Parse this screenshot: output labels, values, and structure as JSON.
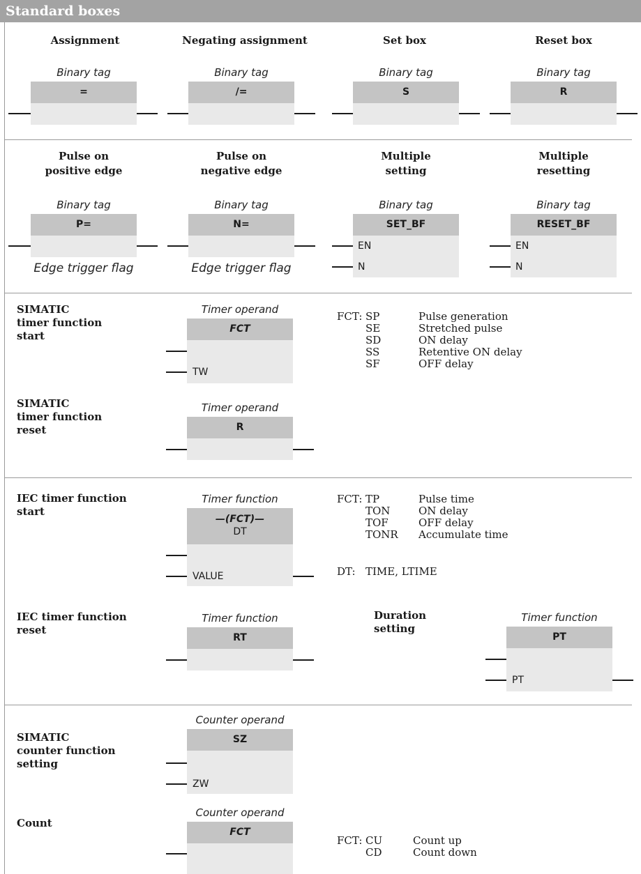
{
  "header": {
    "title": "Standard boxes"
  },
  "section1": {
    "assignment": {
      "title": "Assignment",
      "operand": "Binary tag",
      "symbol": "="
    },
    "negating": {
      "title": "Negating assignment",
      "operand": "Binary tag",
      "symbol": "/="
    },
    "set": {
      "title": "Set box",
      "operand": "Binary tag",
      "symbol": "S"
    },
    "reset": {
      "title": "Reset box",
      "operand": "Binary tag",
      "symbol": "R"
    }
  },
  "section2": {
    "pos_edge": {
      "title": "Pulse on\npositive edge",
      "operand": "Binary tag",
      "symbol": "P=",
      "flag": "Edge trigger flag"
    },
    "neg_edge": {
      "title": "Pulse on\nnegative edge",
      "operand": "Binary tag",
      "symbol": "N=",
      "flag": "Edge trigger flag"
    },
    "multi_set": {
      "title": "Multiple\nsetting",
      "operand": "Binary tag",
      "symbol": "SET_BF",
      "pin1": "EN",
      "pin2": "N"
    },
    "multi_reset": {
      "title": "Multiple\nresetting",
      "operand": "Binary tag",
      "symbol": "RESET_BF",
      "pin1": "EN",
      "pin2": "N"
    }
  },
  "section3": {
    "timer_start": {
      "title": "SIMATIC\ntimer function\nstart",
      "operand": "Timer operand",
      "symbol": "FCT",
      "pin": "TW",
      "fct_label": "FCT:",
      "fct_items": [
        {
          "code": "SP",
          "desc": "Pulse generation"
        },
        {
          "code": "SE",
          "desc": "Stretched pulse"
        },
        {
          "code": "SD",
          "desc": "ON delay"
        },
        {
          "code": "SS",
          "desc": "Retentive ON delay"
        },
        {
          "code": "SF",
          "desc": "OFF delay"
        }
      ]
    },
    "timer_reset": {
      "title": "SIMATIC\ntimer function\nreset",
      "operand": "Timer operand",
      "symbol": "R"
    }
  },
  "section4": {
    "iec_start": {
      "title": "IEC timer function\nstart",
      "operand": "Timer function",
      "symbol": "—(FCT)—",
      "symbol2": "DT",
      "pin": "VALUE",
      "fct_label": "FCT:",
      "fct_items": [
        {
          "code": "TP",
          "desc": "Pulse time"
        },
        {
          "code": "TON",
          "desc": "ON delay"
        },
        {
          "code": "TOF",
          "desc": "OFF delay"
        },
        {
          "code": "TONR",
          "desc": "Accumulate time"
        }
      ],
      "dt_label": "DT:",
      "dt_value": "TIME, LTIME"
    },
    "iec_reset": {
      "title": "IEC timer function\nreset",
      "operand": "Timer function",
      "symbol": "RT"
    },
    "duration": {
      "title": "Duration\nsetting",
      "operand": "Timer function",
      "symbol": "PT",
      "pin": "PT"
    }
  },
  "section5": {
    "counter_set": {
      "title": "SIMATIC\ncounter function\nsetting",
      "operand": "Counter operand",
      "symbol": "SZ",
      "pin": "ZW"
    },
    "count": {
      "title": "Count",
      "operand": "Counter operand",
      "symbol": "FCT",
      "fct_label": "FCT:",
      "fct_items": [
        {
          "code": "CU",
          "desc": "Count up"
        },
        {
          "code": "CD",
          "desc": "Count down"
        }
      ]
    }
  }
}
